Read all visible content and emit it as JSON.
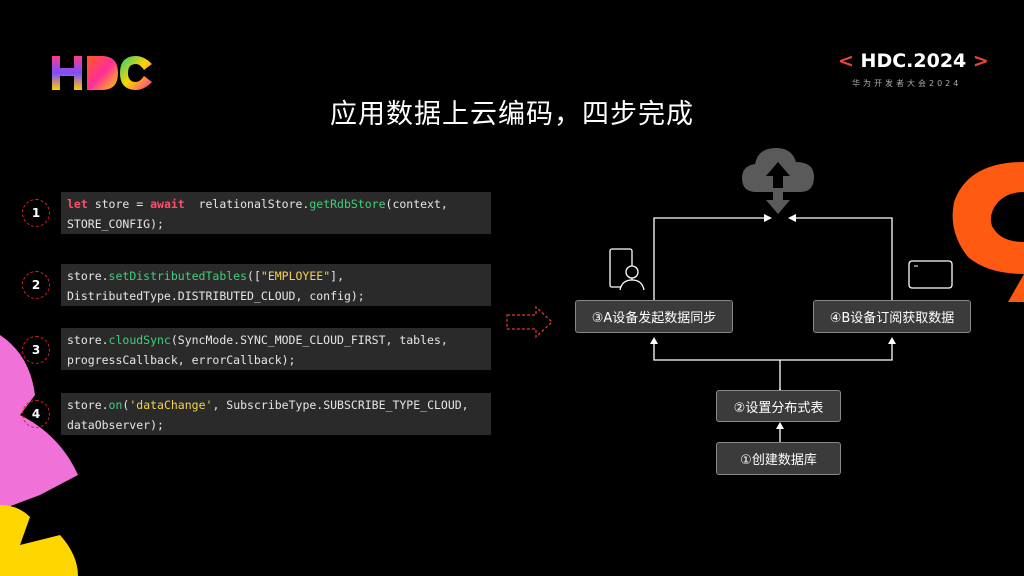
{
  "slide": {
    "title": "应用数据上云编码，四步完成",
    "badge": {
      "open": "<",
      "text": "HDC.2024",
      "close": ">",
      "subtitle": "华为开发者大会2024"
    }
  },
  "steps": [
    {
      "num": "1",
      "line1": [
        "let",
        " store = ",
        "await",
        "  relationalStore.",
        "getRdbStore",
        "(context,"
      ],
      "line2": "STORE_CONFIG);"
    },
    {
      "num": "2",
      "line1": [
        "store.",
        "setDistributedTables",
        "([",
        "\"EMPLOYEE\"",
        "],"
      ],
      "line2": "DistributedType.DISTRIBUTED_CLOUD, config);"
    },
    {
      "num": "3",
      "line1": [
        "store.",
        "cloudSync",
        "(SyncMode.SYNC_MODE_CLOUD_FIRST, tables,"
      ],
      "line2": "progressCallback, errorCallback);"
    },
    {
      "num": "4",
      "line1": [
        "store.",
        "on",
        "(",
        "'dataChange'",
        ", SubscribeType.SUBSCRIBE_TYPE_CLOUD,"
      ],
      "line2": "dataObserver);"
    }
  ],
  "diagram": {
    "node_a": "③A设备发起数据同步",
    "node_b": "④B设备订阅获取数据",
    "node_setup": "②设置分布式表",
    "node_create": "①创建数据库"
  }
}
